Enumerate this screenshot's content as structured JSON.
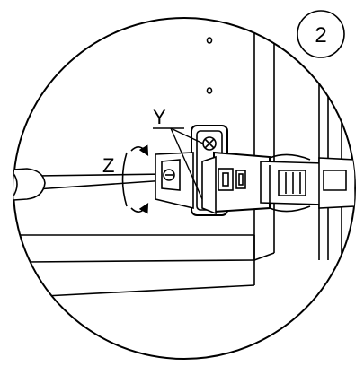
{
  "figure": {
    "step_badge": "2",
    "labels": {
      "y": "Y",
      "z": "Z"
    }
  },
  "colors": {
    "line": "#000000",
    "background": "#ffffff",
    "shade": "#4a4a4a"
  }
}
